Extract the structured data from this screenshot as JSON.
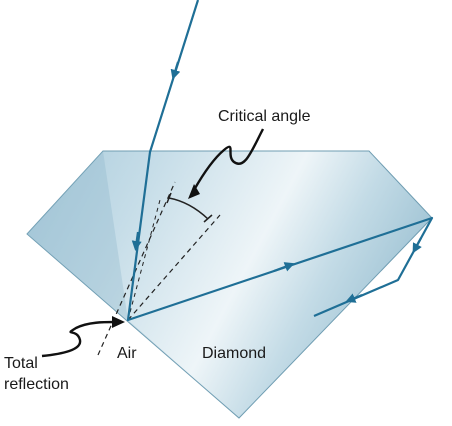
{
  "labels": {
    "critical_angle": "Critical angle",
    "total_reflection_line1": "Total",
    "total_reflection_line2": "reflection",
    "air": "Air",
    "diamond": "Diamond"
  },
  "colors": {
    "ray": "#1f6f96",
    "diamond_edge": "#5f8fa6",
    "diamond_dark": "#8fb8cc",
    "diamond_light": "#eef5f8",
    "text": "#1a1a1a"
  }
}
